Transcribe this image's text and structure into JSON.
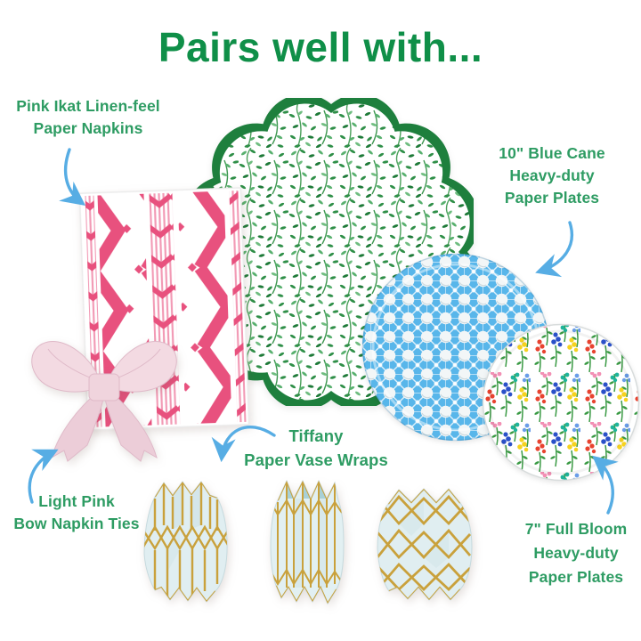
{
  "title": "Pairs well with...",
  "annotations": {
    "napkins": {
      "lines": [
        "Pink Ikat Linen-feel",
        "Paper Napkins"
      ]
    },
    "blue_plates": {
      "lines": [
        "10\" Blue Cane",
        "Heavy-duty",
        "Paper Plates"
      ]
    },
    "bow_ties": {
      "lines": [
        "Light Pink",
        "Bow Napkin Ties"
      ]
    },
    "vase_wraps": {
      "lines": [
        "Tiffany",
        "Paper Vase Wraps"
      ]
    },
    "floral_plates": {
      "lines": [
        "7\" Full Bloom",
        "Heavy-duty",
        "Paper Plates"
      ]
    }
  },
  "colors": {
    "title_green": "#0f8f48",
    "label_green": "#2e9c63",
    "arrow_blue": "#57ade4",
    "placemat_border_green": "#1e7f3d",
    "leaf_green": "#2f8f48",
    "ikat_pink": "#e8517e",
    "cane_blue": "#58b6ea",
    "bow_pink": "#f3dae2",
    "vase_tiffany_blue": "#e0eef1",
    "vase_gold": "#c9a13c"
  }
}
